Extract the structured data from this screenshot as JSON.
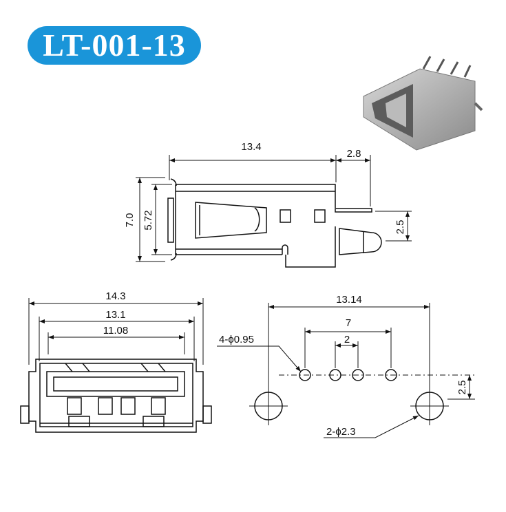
{
  "title": "LT-001-13",
  "side_view": {
    "length": "13.4",
    "pin_ext": "2.8",
    "height": "7.0",
    "inner_height": "5.72",
    "pin_offset": "2.5"
  },
  "front_view": {
    "outer_width": "14.3",
    "mid_width": "13.1",
    "port_width": "11.08"
  },
  "footprint": {
    "span": "13.14",
    "pin_span": "7",
    "pin_pitch": "2",
    "pin_hole": "4-ϕ0.95",
    "mount_hole": "2-ϕ2.3",
    "row_offset": "2.5"
  },
  "colors": {
    "badge": "#1a95d9"
  }
}
